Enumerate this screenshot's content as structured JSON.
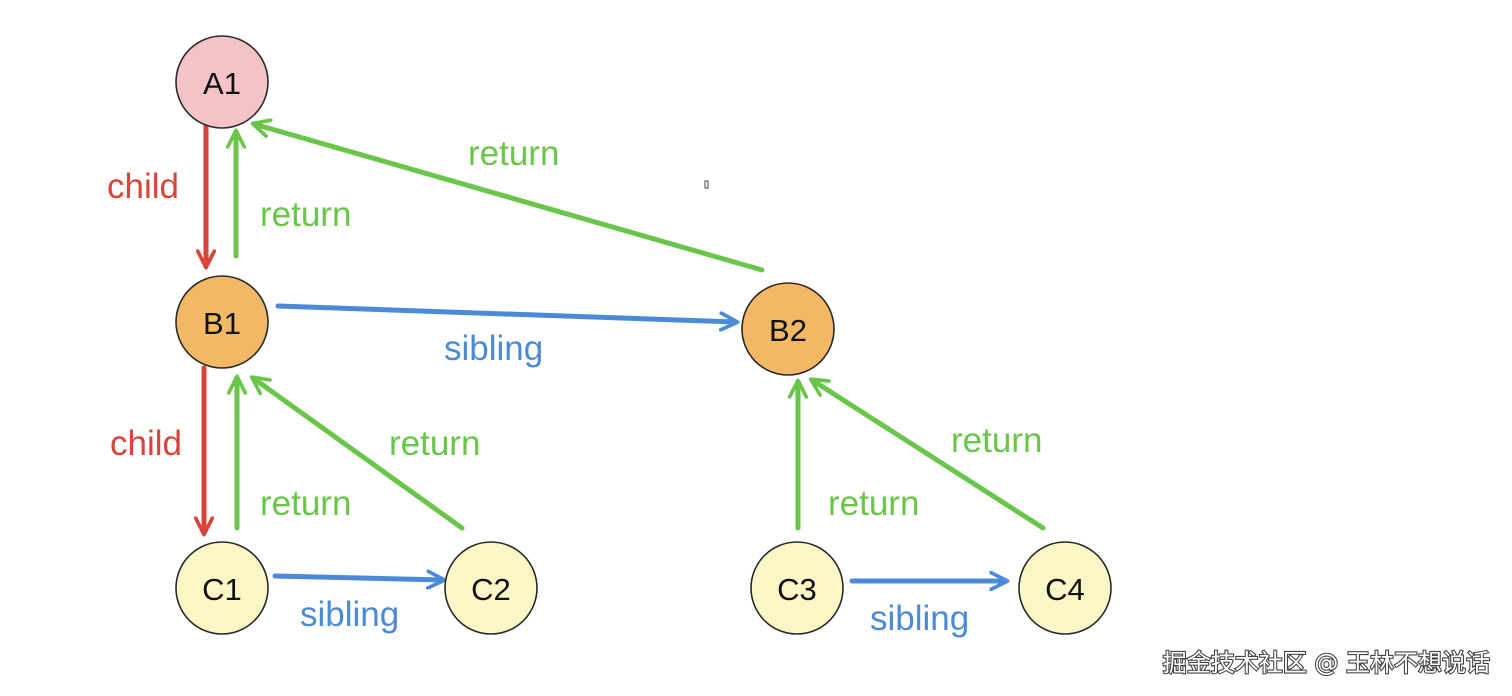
{
  "nodes": {
    "a1": {
      "label": "A1",
      "fill": "#f3c3c8"
    },
    "b1": {
      "label": "B1",
      "fill": "#f2b866"
    },
    "b2": {
      "label": "B2",
      "fill": "#f2b866"
    },
    "c1": {
      "label": "C1",
      "fill": "#fbf6c5"
    },
    "c2": {
      "label": "C2",
      "fill": "#fbf6c5"
    },
    "c3": {
      "label": "C3",
      "fill": "#fbf6c5"
    },
    "c4": {
      "label": "C4",
      "fill": "#fbf6c5"
    }
  },
  "edges": [
    {
      "id": "a1-b1-child",
      "from": "A1",
      "to": "B1",
      "type": "child",
      "label": "child"
    },
    {
      "id": "b1-a1-return",
      "from": "B1",
      "to": "A1",
      "type": "return",
      "label": "return"
    },
    {
      "id": "b2-a1-return",
      "from": "B2",
      "to": "A1",
      "type": "return",
      "label": "return"
    },
    {
      "id": "b1-b2-sibling",
      "from": "B1",
      "to": "B2",
      "type": "sibling",
      "label": "sibling"
    },
    {
      "id": "b1-c1-child",
      "from": "B1",
      "to": "C1",
      "type": "child",
      "label": "child"
    },
    {
      "id": "c1-b1-return",
      "from": "C1",
      "to": "B1",
      "type": "return",
      "label": "return"
    },
    {
      "id": "c2-b1-return",
      "from": "C2",
      "to": "B1",
      "type": "return",
      "label": "return"
    },
    {
      "id": "c1-c2-sibling",
      "from": "C1",
      "to": "C2",
      "type": "sibling",
      "label": "sibling"
    },
    {
      "id": "c3-b2-return",
      "from": "C3",
      "to": "B2",
      "type": "return",
      "label": "return"
    },
    {
      "id": "c4-b2-return",
      "from": "C4",
      "to": "B2",
      "type": "return",
      "label": "return"
    },
    {
      "id": "c3-c4-sibling",
      "from": "C3",
      "to": "C4",
      "type": "sibling",
      "label": "sibling"
    }
  ],
  "colors": {
    "child": "#d9443a",
    "return": "#69c64a",
    "sibling": "#4a8ad8",
    "node_stroke": "#2a2a2a"
  },
  "watermark": "掘金技术社区 @ 玉林不想说话"
}
